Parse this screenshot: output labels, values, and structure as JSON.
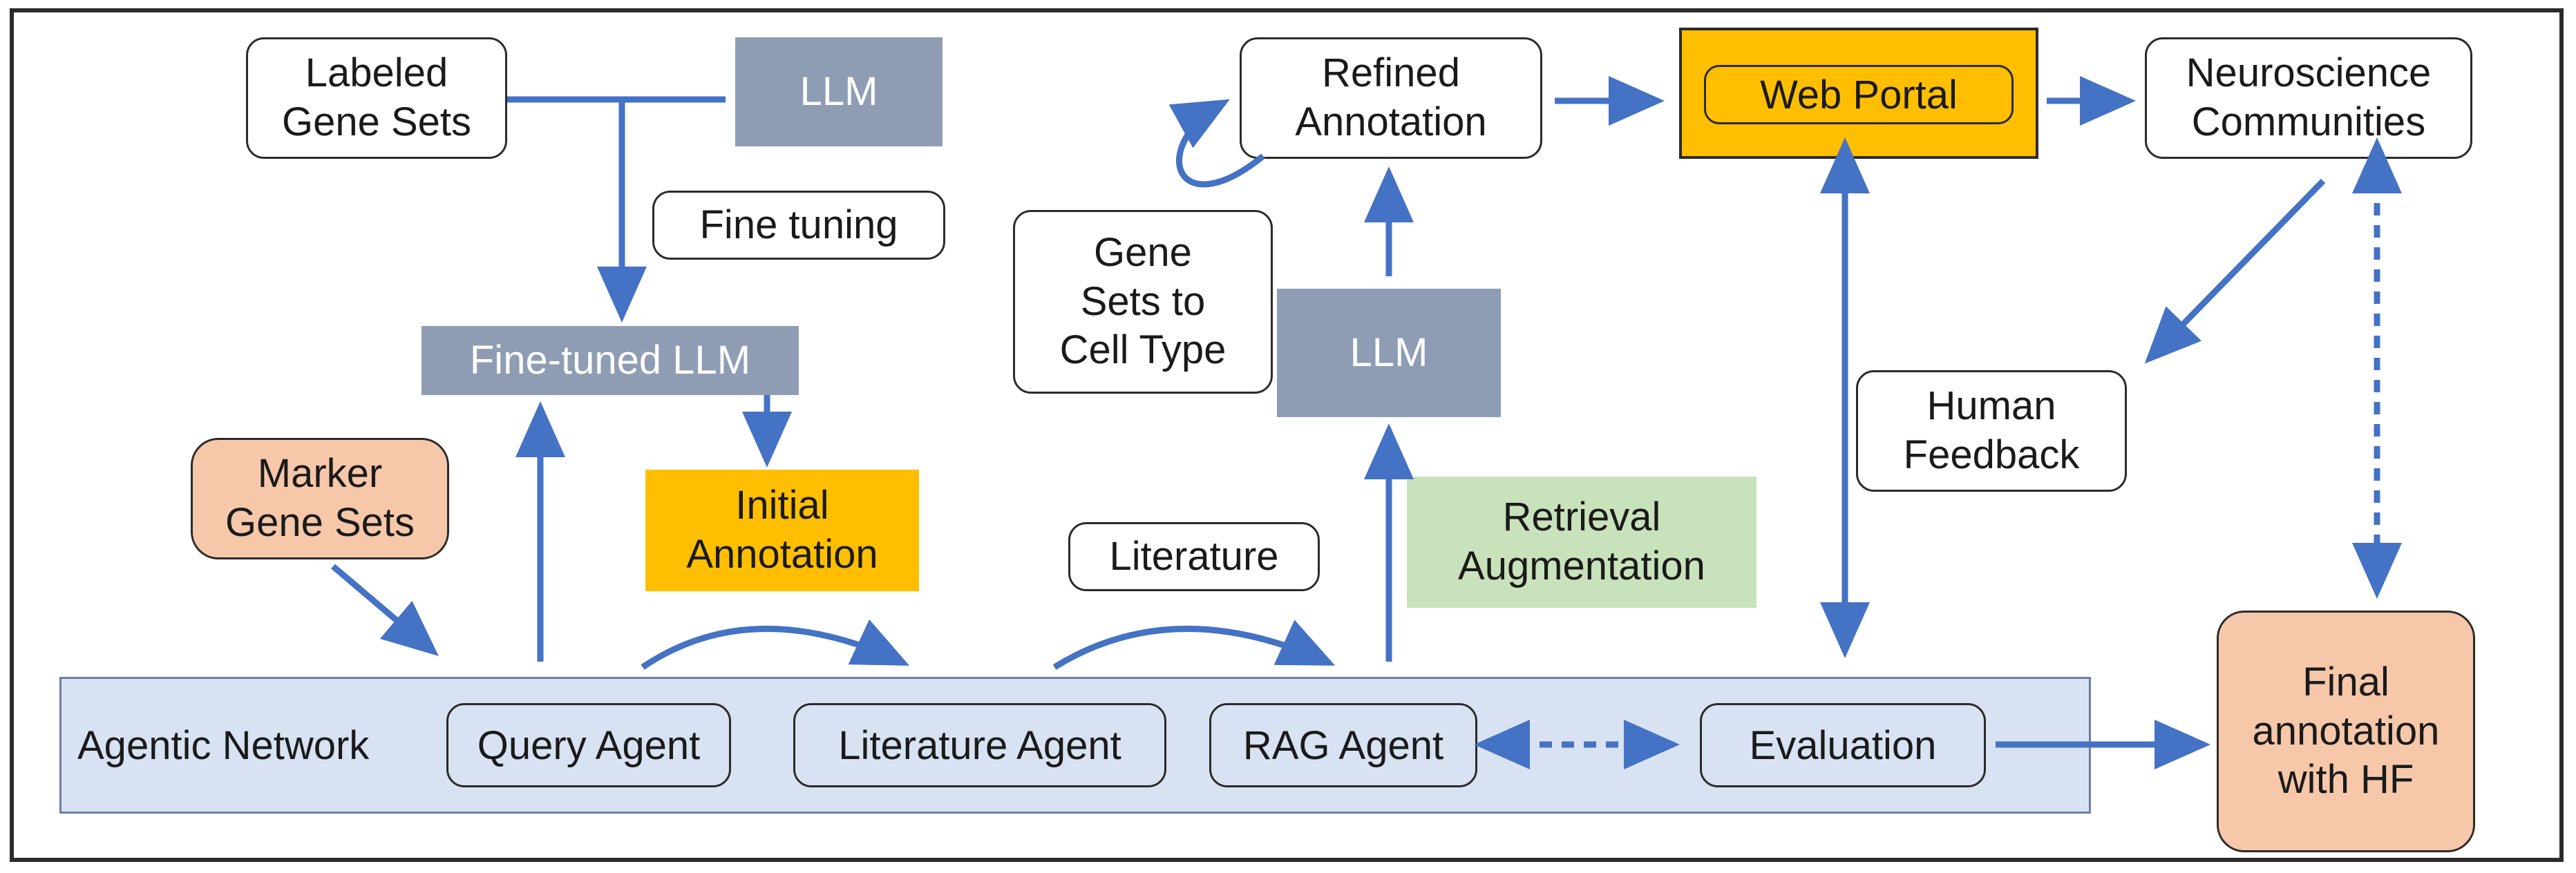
{
  "nodes": {
    "labeled_gene_sets": "Labeled\nGene Sets",
    "llm_top": "LLM",
    "fine_tuning": "Fine tuning",
    "fine_tuned_llm": "Fine-tuned LLM",
    "marker_gene_sets": "Marker\nGene Sets",
    "initial_annotation": "Initial\nAnnotation",
    "literature": "Literature",
    "gene_sets_to_cell_type": "Gene\nSets to\nCell Type",
    "refined_annotation": "Refined\nAnnotation",
    "llm_mid": "LLM",
    "retrieval_augmentation": "Retrieval\nAugmentation",
    "web_portal": "Web Portal",
    "neuroscience_communities": "Neuroscience\nCommunities",
    "human_feedback": "Human\nFeedback",
    "final_annotation": "Final\nannotation\nwith HF"
  },
  "network": {
    "label": "Agentic Network",
    "agents": [
      "Query Agent",
      "Literature Agent",
      "RAG Agent",
      "Evaluation"
    ]
  },
  "colors": {
    "arrow": "#4472c4",
    "llm": "#8e9db4",
    "highlight_yellow": "#ffbf00",
    "peach": "#f6c8a9",
    "green": "#c8e2bb",
    "network_fill": "#d8e2f2"
  }
}
